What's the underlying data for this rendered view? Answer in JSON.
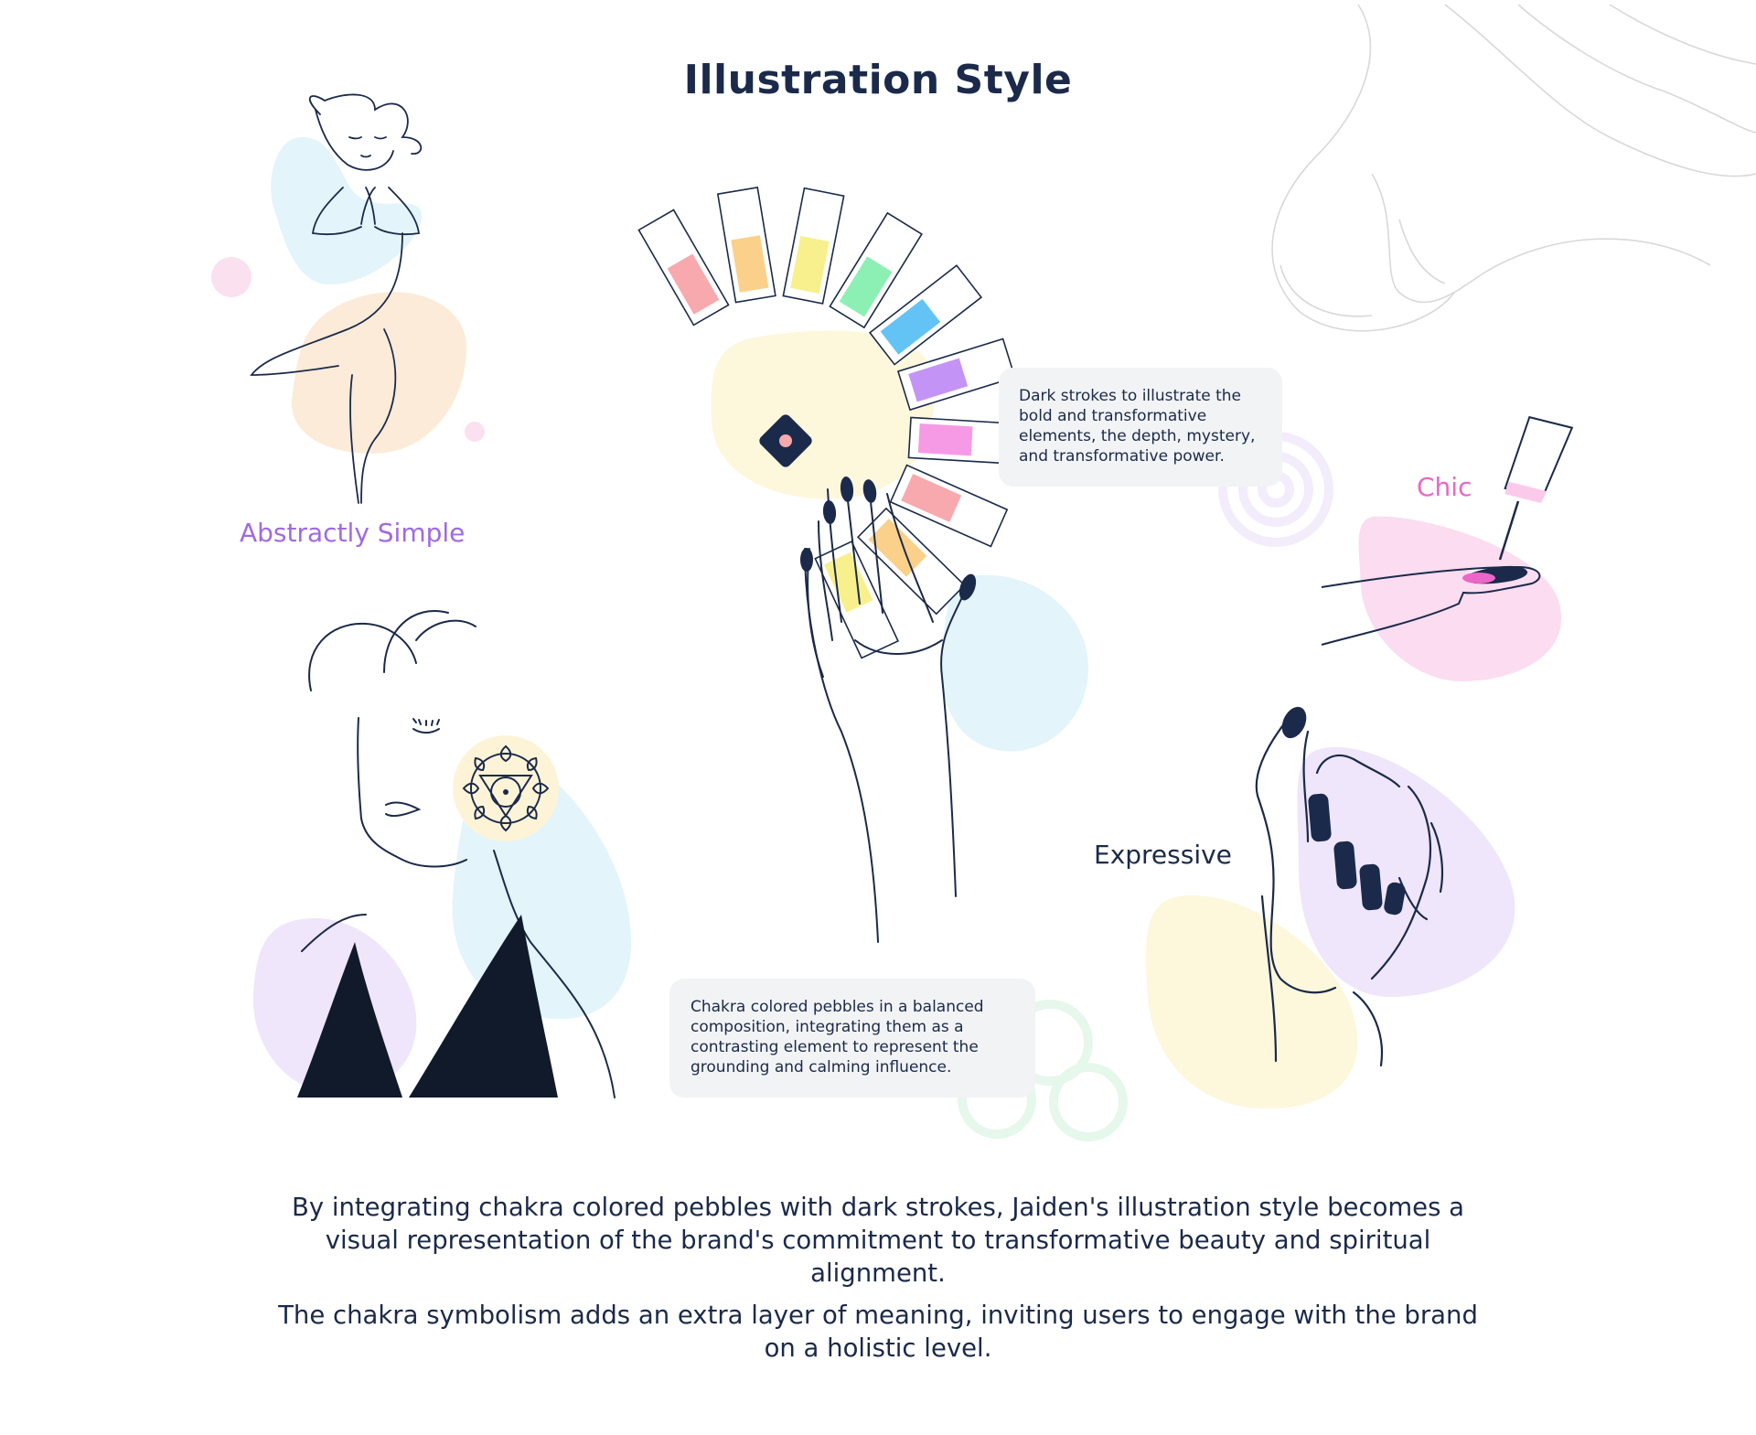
{
  "page": {
    "title": "Illustration Style"
  },
  "labels": {
    "abstract": "Abstractly Simple",
    "chic": "Chic",
    "expressive": "Expressive"
  },
  "callouts": {
    "dark_strokes": "Dark strokes to illustrate the bold and transformative elements, the depth, mystery, and transformative power.",
    "chakra_pebbles": "Chakra colored pebbles in a balanced composition, integrating them as a contrasting element to represent the grounding and calming influence."
  },
  "footer": {
    "paragraph_1": "By integrating chakra colored pebbles with dark strokes, Jaiden's illustration style becomes a visual representation of the brand's commitment to transformative beauty and spiritual alignment.",
    "paragraph_2": "The chakra symbolism adds an extra layer of meaning, inviting users to engage with the brand on a holistic level."
  },
  "colors": {
    "ink": "#1b2a4a",
    "accent_purple": "#a06ae0",
    "accent_pink": "#ea66c8",
    "blob_blue": "#e3f4fb",
    "blob_peach": "#fbebd8",
    "blob_pink": "#fbd9ee",
    "blob_yellow": "#fdf7dc",
    "blob_lavender": "#efe6fb",
    "callout_bg": "#f2f3f5"
  },
  "swatches": [
    {
      "color": "#f7a9ad"
    },
    {
      "color": "#fbd08a"
    },
    {
      "color": "#f7f08c"
    },
    {
      "color": "#8cf0b4"
    },
    {
      "color": "#64c3f5"
    },
    {
      "color": "#c394f5"
    },
    {
      "color": "#f79ae6"
    },
    {
      "color": "#f7a9ad"
    },
    {
      "color": "#fbd08a"
    },
    {
      "color": "#f7f08c"
    }
  ],
  "icons": {
    "chakra_symbol": "chakra-lotus-icon",
    "diamond_pebble": "diamond-icon",
    "spiral": "spiral-icon",
    "knot": "knot-icon"
  }
}
